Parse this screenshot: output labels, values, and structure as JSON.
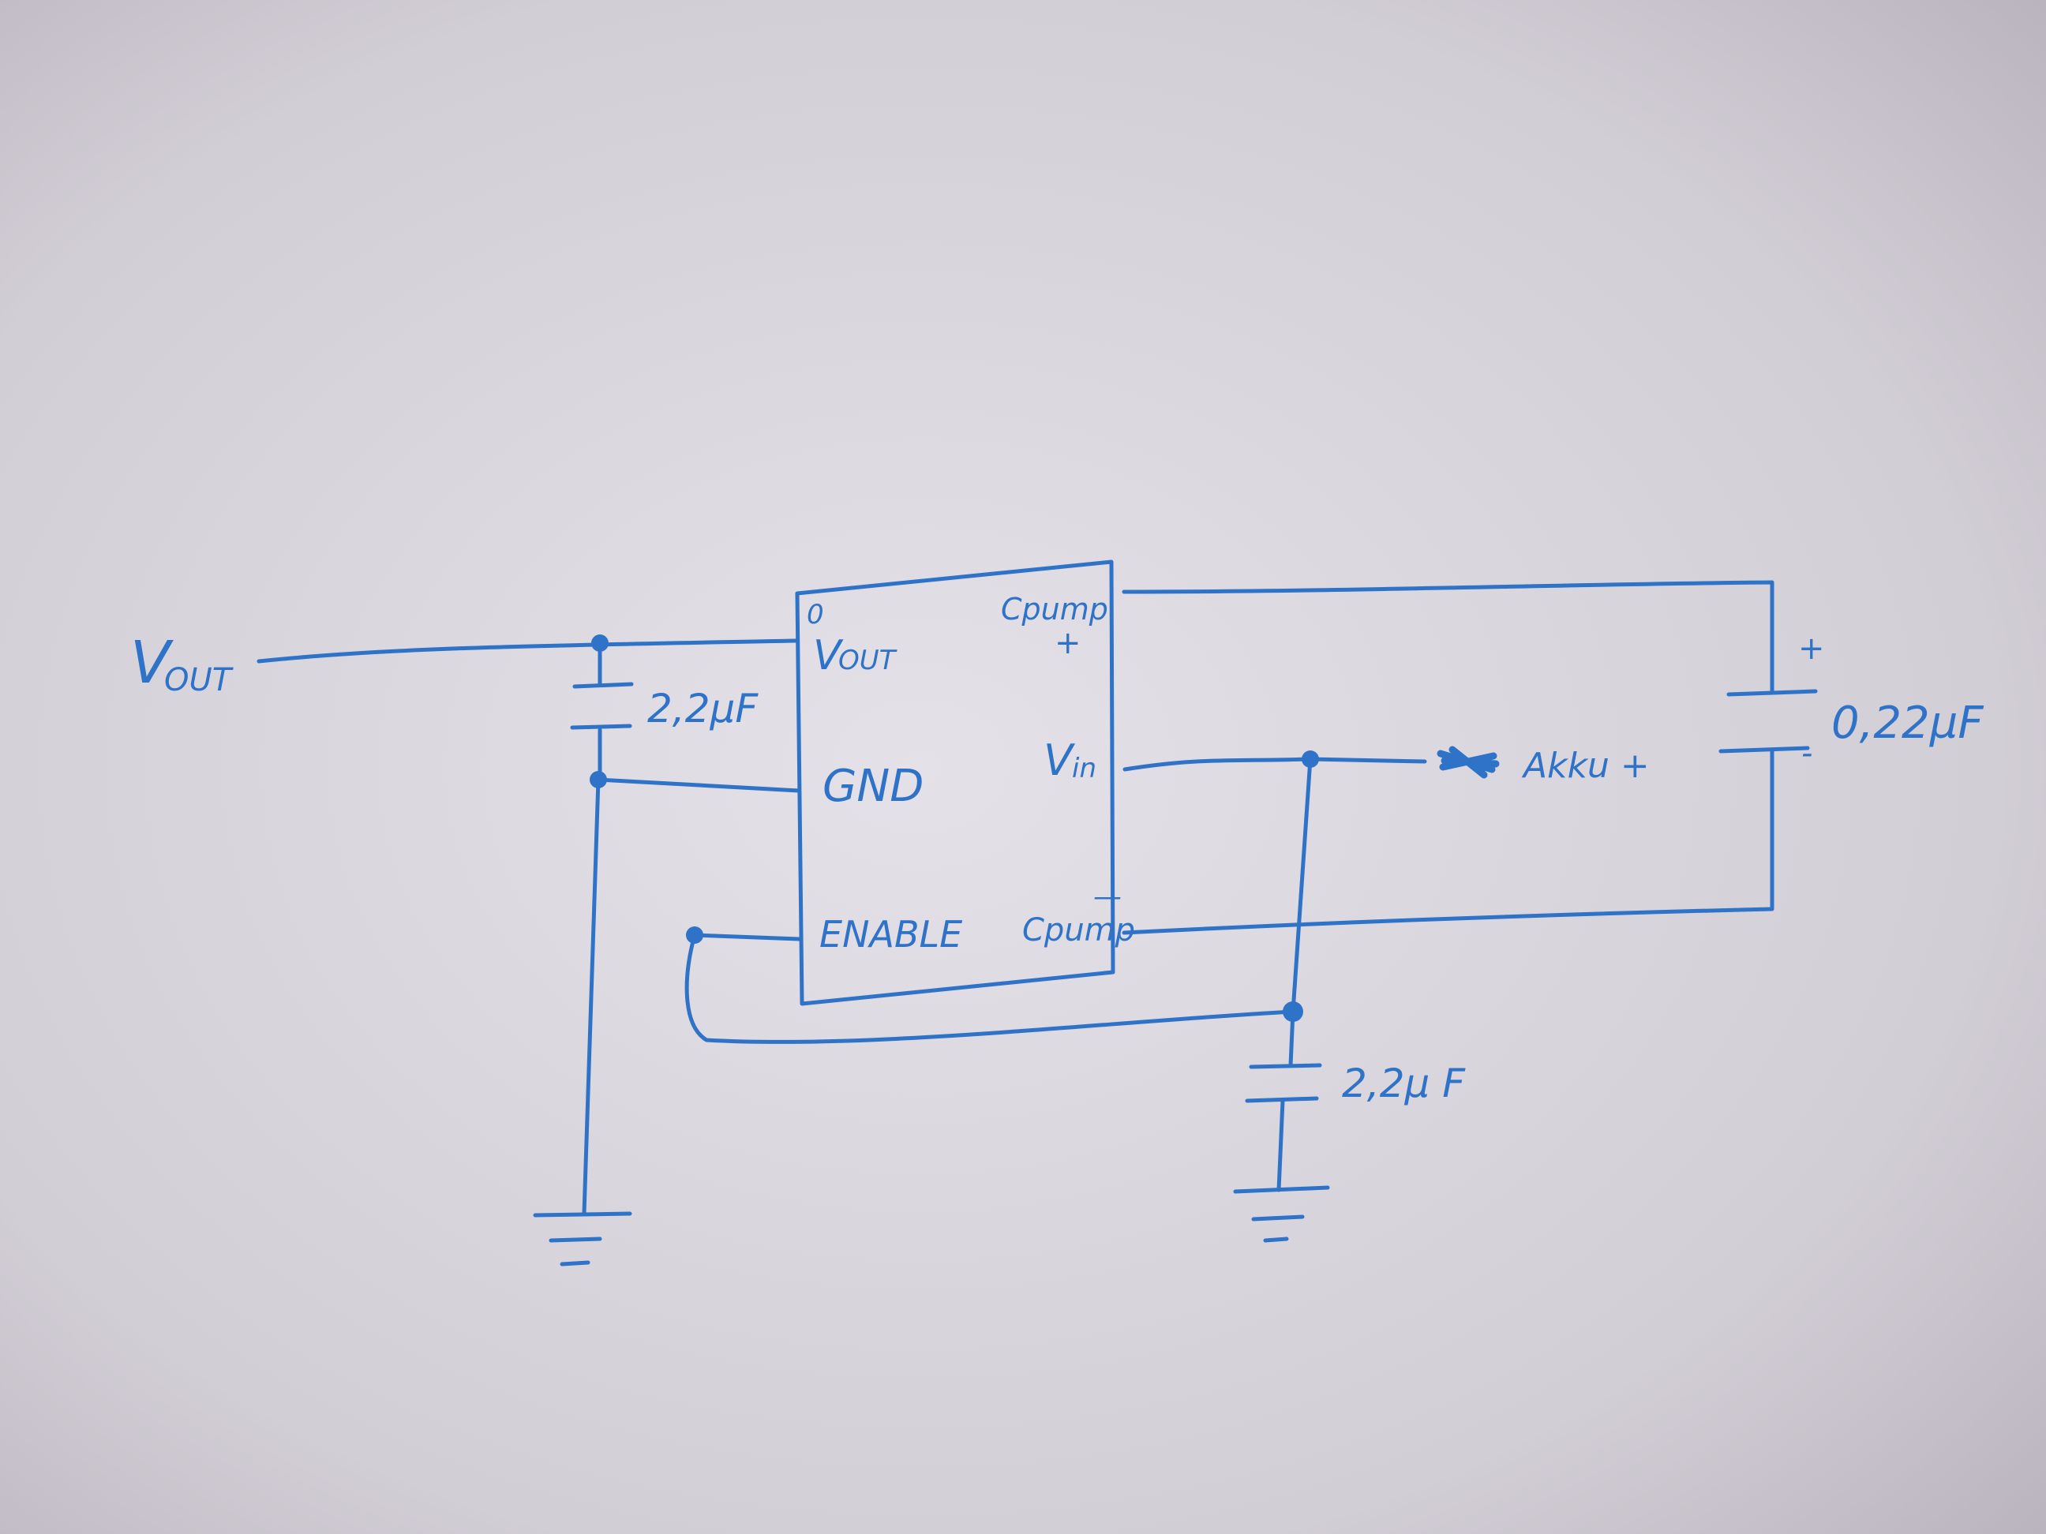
{
  "paper": {
    "base_color": "#e4e1e8",
    "shadow_color": "#b9b3bd",
    "ink_color": "#2f73c8"
  },
  "labels": {
    "vout_terminal": "V",
    "vout_terminal_sub": "OUT",
    "pin1_marker": "0",
    "pin_vout": "V",
    "pin_vout_sub": "OUT",
    "pin_gnd": "GND",
    "pin_enable": "ENABLE",
    "pin_cpump_plus": "Cpump",
    "pin_cpump_plus_sign": "+",
    "pin_vin": "V",
    "pin_vin_sub": "in",
    "pin_cpump_minus": "Cpump",
    "pin_cpump_minus_sign": "—",
    "akku": "Akku +",
    "cap_out": "2,2µF",
    "cap_in": "2,2µ F",
    "cap_pump": "0,22µF",
    "cap_pump_plus": "+",
    "cap_pump_minus": "-"
  }
}
